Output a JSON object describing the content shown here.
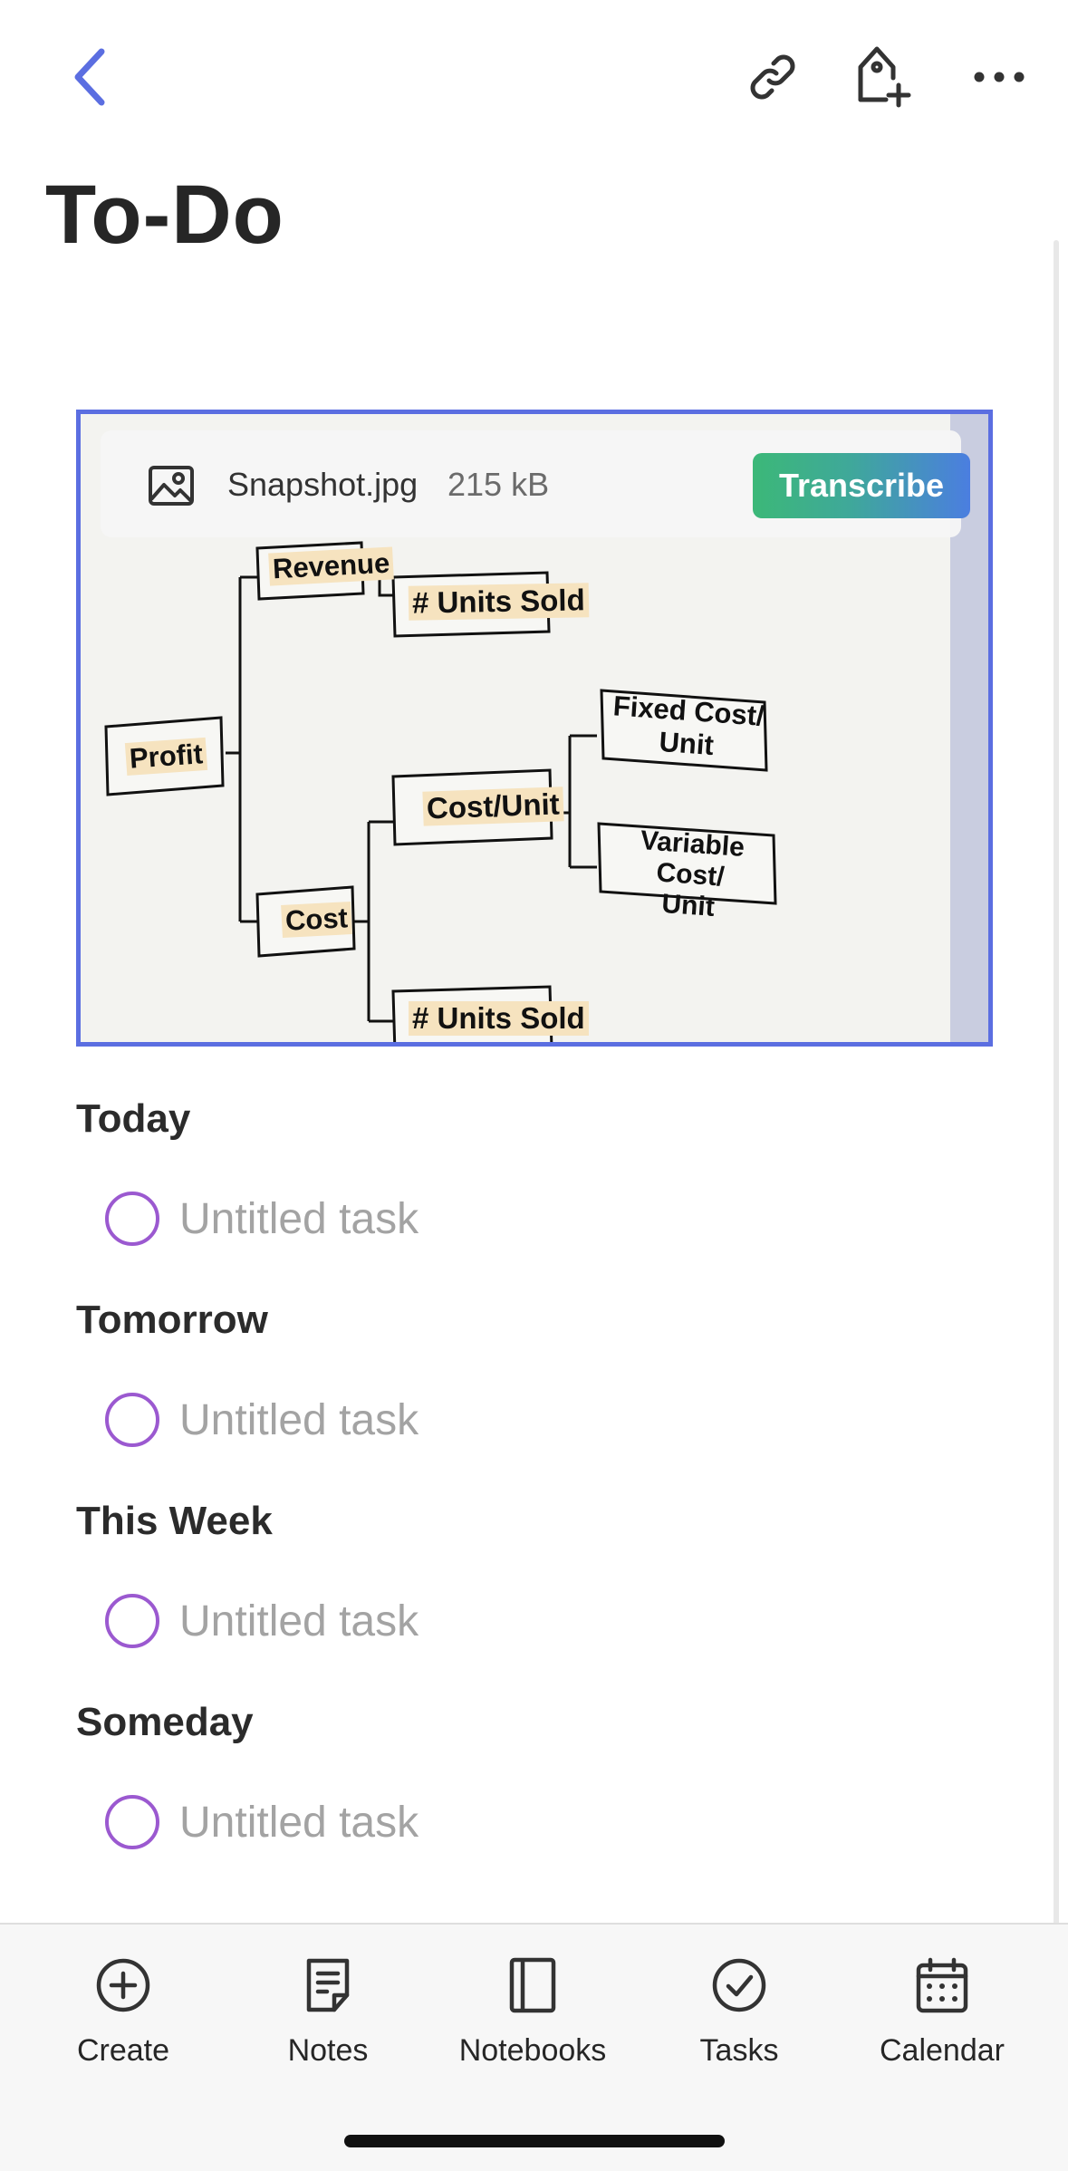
{
  "header": {
    "back_icon": "chevron-left-icon",
    "link_icon": "link-icon",
    "tag_icon": "tag-add-icon",
    "more_icon": "ellipsis-icon",
    "accent_color": "#5b6ee1"
  },
  "note": {
    "title": "To-Do"
  },
  "attachment": {
    "filename": "Snapshot.jpg",
    "size": "215 kB",
    "transcribe_label": "Transcribe",
    "image_labels": {
      "revenue": "Revenue",
      "units_sold_top": "# Units Sold",
      "profit": "Profit",
      "cost": "Cost",
      "cost_unit": "Cost/Unit",
      "fixed_cost_1": "Fixed Cost/",
      "fixed_cost_2": "Unit",
      "variable_cost_1": "Variable Cost/",
      "variable_cost_2": "Unit",
      "units_sold_bottom": "# Units Sold"
    }
  },
  "sections": [
    {
      "title": "Today",
      "task": "Untitled task"
    },
    {
      "title": "Tomorrow",
      "task": "Untitled task"
    },
    {
      "title": "This Week",
      "task": "Untitled task"
    },
    {
      "title": "Someday",
      "task": "Untitled task"
    }
  ],
  "tabbar": {
    "items": [
      {
        "label": "Create",
        "icon": "plus-circle-icon"
      },
      {
        "label": "Notes",
        "icon": "note-icon"
      },
      {
        "label": "Notebooks",
        "icon": "notebook-icon"
      },
      {
        "label": "Tasks",
        "icon": "check-circle-icon"
      },
      {
        "label": "Calendar",
        "icon": "calendar-icon"
      }
    ]
  }
}
